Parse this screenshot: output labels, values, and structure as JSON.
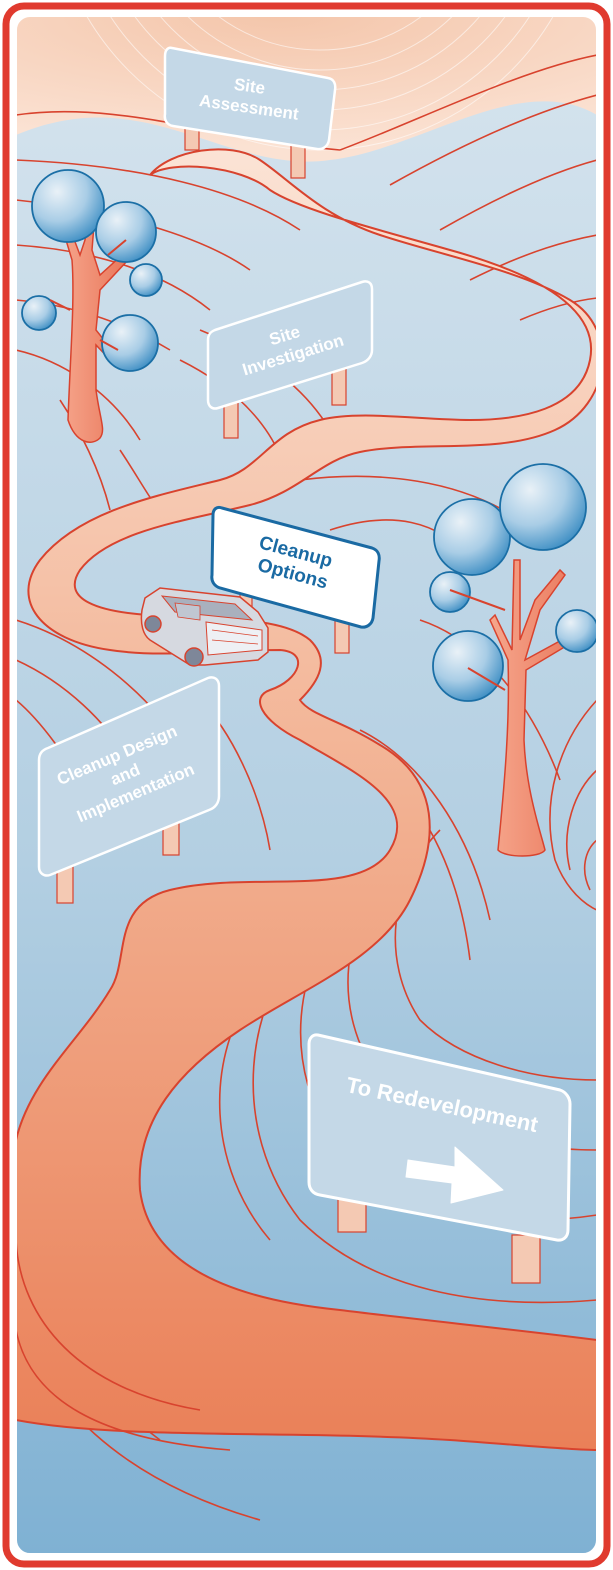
{
  "colors": {
    "border": "#e03a2e",
    "sky_top": "#d6e4ee",
    "sky_bottom": "#7fb1d3",
    "sunrise": "#f6cbb0",
    "road_light": "#f7d7c4",
    "road_dark": "#ec8763",
    "road_edge": "#d8432e",
    "contour": "#d8432e",
    "tree_trunk": "#ee8a70",
    "tree_foliage_light": "#dfeaf2",
    "tree_foliage_dark": "#3f8fc4",
    "tree_outline": "#1b6fa6",
    "sign_faded_fill": "#c4d8e7",
    "sign_faded_text": "#ffffff",
    "sign_active_fill": "#ffffff",
    "sign_active_border": "#1a6aa3",
    "sign_active_text": "#1a6aa3",
    "post": "#f4c9b3"
  },
  "signs": [
    {
      "id": "site-assessment",
      "lines": [
        "Site",
        "Assessment"
      ],
      "state": "upcoming-faded"
    },
    {
      "id": "site-investigation",
      "lines": [
        "Site",
        "Investigation"
      ],
      "state": "upcoming-faded"
    },
    {
      "id": "cleanup-options",
      "lines": [
        "Cleanup",
        "Options"
      ],
      "state": "current-highlighted"
    },
    {
      "id": "cleanup-design",
      "lines": [
        "Cleanup Design",
        "and",
        "Implementation"
      ],
      "state": "upcoming-faded"
    },
    {
      "id": "to-redevelopment",
      "lines": [
        "To Redevelopment"
      ],
      "state": "upcoming-faded",
      "icon": "right-arrow-icon"
    }
  ],
  "vehicle": {
    "icon": "van-icon"
  },
  "trees": [
    {
      "icon": "tree-icon"
    },
    {
      "icon": "tree-icon"
    }
  ]
}
